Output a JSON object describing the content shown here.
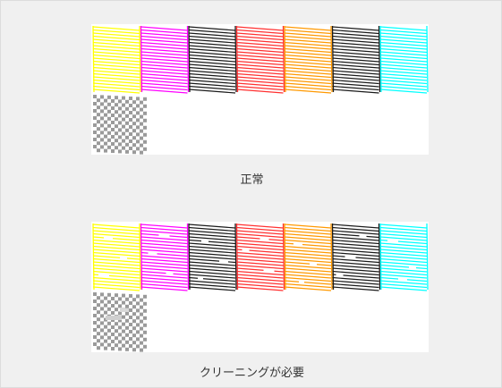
{
  "patterns": [
    {
      "id": "normal",
      "caption": "正常",
      "status": "ok",
      "colors": [
        "#ffff00",
        "#ff00ff",
        "#1a1a1a",
        "#ff3030",
        "#ff9900",
        "#1a1a1a",
        "#00ffff"
      ],
      "has_gaps": false
    },
    {
      "id": "clean",
      "caption": "クリーニングが必要",
      "status": "needs-cleaning",
      "colors": [
        "#ffff00",
        "#ff00ff",
        "#1a1a1a",
        "#ff3030",
        "#ff9900",
        "#1a1a1a",
        "#00ffff"
      ],
      "has_gaps": true
    }
  ],
  "gray_block_color": "#9a9a9a"
}
